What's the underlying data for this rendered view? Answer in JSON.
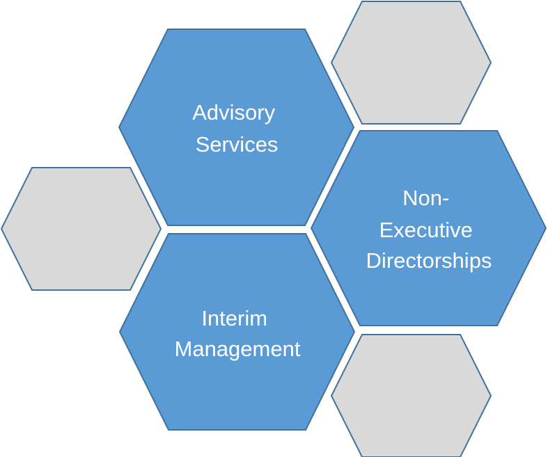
{
  "hexagons": {
    "advisory": {
      "kind": "service",
      "lines": [
        "Advisory",
        "Services"
      ]
    },
    "non_executive": {
      "kind": "service",
      "lines": [
        "Non-",
        "Executive",
        "Directorships"
      ]
    },
    "interim": {
      "kind": "service",
      "lines": [
        "Interim",
        "Management"
      ]
    },
    "blank_top_right": {
      "kind": "placeholder"
    },
    "blank_left": {
      "kind": "placeholder"
    },
    "blank_bottom_right": {
      "kind": "placeholder"
    }
  },
  "colors": {
    "service_fill": "#5b9bd5",
    "placeholder_fill": "#d9d9d9",
    "border": "#41719c",
    "label": "#ffffff"
  }
}
